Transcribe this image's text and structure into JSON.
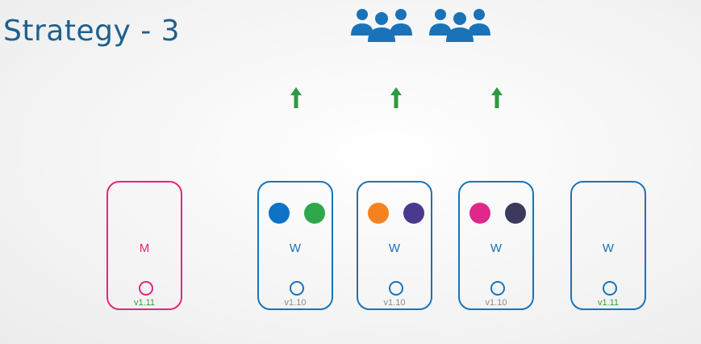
{
  "title": "Strategy - 3",
  "icons": {
    "users": "users-group-icon",
    "arrow": "up-arrow-icon",
    "pod": "pod-circle",
    "kubelet": "kubelet-circle-icon"
  },
  "colors": {
    "title": "#1f5f8f",
    "users": "#1a73b8",
    "arrow": "#2f9a3f",
    "master": "#e0287a",
    "worker": "#1a73b8",
    "version_old": "#8a8a8a",
    "version_new": "#3c9a3c"
  },
  "nodes": [
    {
      "role": "M",
      "type": "master",
      "version": "v1.11",
      "pods": []
    },
    {
      "role": "W",
      "type": "worker",
      "version": "v1.10",
      "pods": [
        "#0c73c6",
        "#2ea84a"
      ]
    },
    {
      "role": "W",
      "type": "worker",
      "version": "v1.10",
      "pods": [
        "#f5821f",
        "#4a3a8f"
      ]
    },
    {
      "role": "W",
      "type": "worker",
      "version": "v1.10",
      "pods": [
        "#e0288a",
        "#3b3a5c"
      ]
    },
    {
      "role": "W",
      "type": "worker",
      "version": "v1.11",
      "pods": []
    }
  ]
}
